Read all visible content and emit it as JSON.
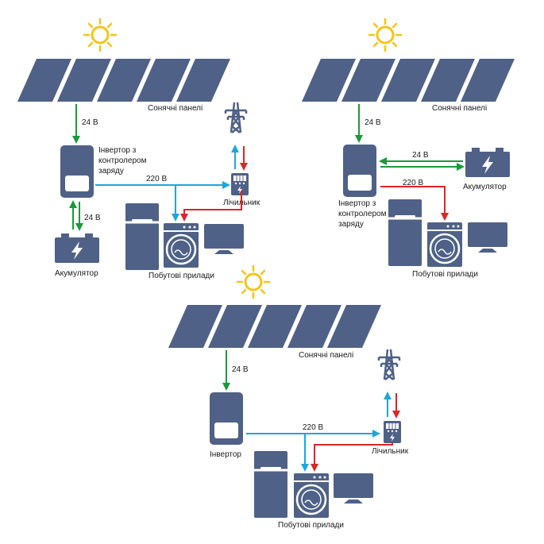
{
  "colors": {
    "device": "#4f6186",
    "dc": "#1a9a3a",
    "ac": "#1ea6dc",
    "grid": "#dc2626",
    "sun": "#f5c518"
  },
  "icons": [
    "sun-icon",
    "solar-panel-icon",
    "inverter-icon",
    "battery-icon",
    "power-tower-icon",
    "meter-icon",
    "fridge-icon",
    "washing-machine-icon",
    "tv-icon"
  ],
  "diagrams": [
    {
      "panels": "Сонячні панелі",
      "dc_voltage": "24 В",
      "inverter": [
        "Інвертор з",
        "контролером",
        "заряду"
      ],
      "battery_voltage": "24 В",
      "battery": "Акумулятор",
      "ac_voltage": "220 В",
      "meter": "Лічильник",
      "appliances": "Побутові прилади"
    },
    {
      "panels": "Сонячні панелі",
      "dc_voltage": "24 В",
      "battery_voltage": "24 В",
      "battery": "Акумулятор",
      "ac_voltage": "220 В",
      "inverter": [
        "Інвертор з",
        "контролером",
        "заряду"
      ],
      "appliances": "Побутові прилади"
    },
    {
      "panels": "Сонячні панелі",
      "dc_voltage": "24 В",
      "ac_voltage": "220 В",
      "meter": "Лічильник",
      "inverter": "Інвертор",
      "appliances": "Побутові прилади"
    }
  ]
}
